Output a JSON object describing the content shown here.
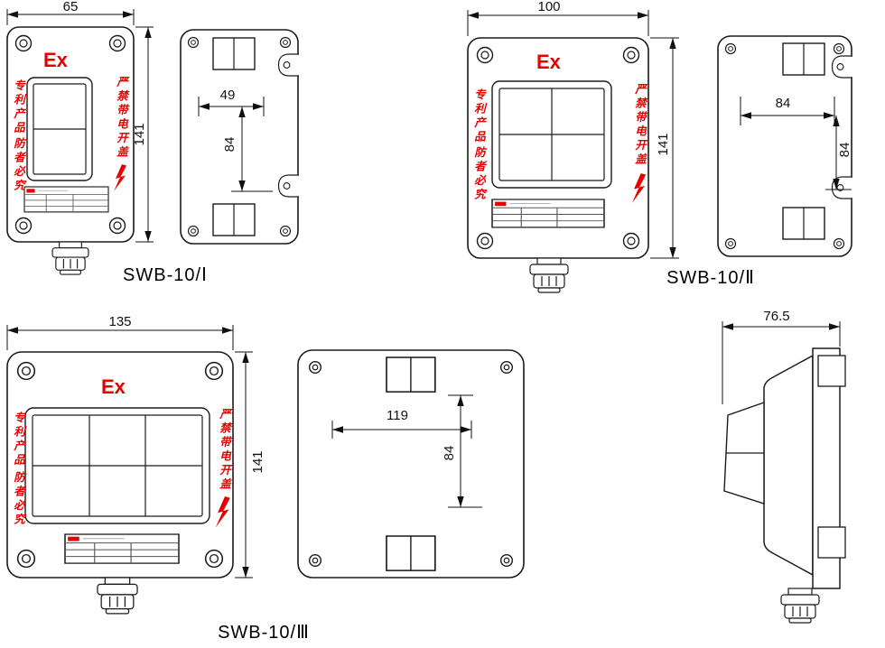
{
  "colors": {
    "accent_red": "#e80000",
    "line": "#1a1a1a"
  },
  "markings": {
    "ex": "Ex",
    "patent_line1": "专利产品",
    "patent_line2": "防者必究",
    "warning_right": "严禁带电开盖"
  },
  "models": {
    "m1": {
      "label": "SWB-10/Ⅰ",
      "front_width": "65",
      "front_height": "141",
      "side_hole_x": "49",
      "side_hole_y": "84"
    },
    "m2": {
      "label": "SWB-10/Ⅱ",
      "front_width": "100",
      "front_height": "141",
      "side_hole_x": "84",
      "side_hole_y": "84"
    },
    "m3": {
      "label": "SWB-10/Ⅲ",
      "front_width": "135",
      "front_height": "141",
      "back_hole_x": "119",
      "back_hole_y": "84"
    },
    "profile": {
      "depth": "76.5"
    }
  }
}
